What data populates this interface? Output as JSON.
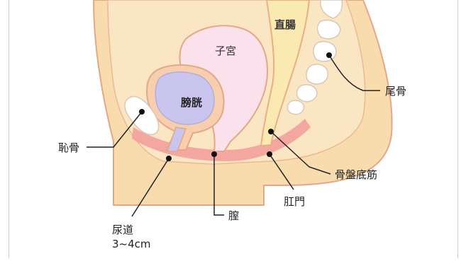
{
  "labels": {
    "rectum": "直腸",
    "uterus": "子宮",
    "bladder": "膀胱",
    "coccyx": "尾骨",
    "pubic_bone": "恥骨",
    "pelvic_floor": "骨盤底筋",
    "anus": "肛門",
    "vagina": "膣",
    "urethra": "尿道",
    "urethra_length": "3~4cm"
  },
  "colors": {
    "body": "#f8dcae",
    "body_outline": "#e2a887",
    "uterus": "#fbe1ec",
    "bladder": "#c9c5ee",
    "rectum": "#fbe9b2",
    "pelvic_floor_band": "#f29a9a",
    "bone": "#ffffff"
  }
}
